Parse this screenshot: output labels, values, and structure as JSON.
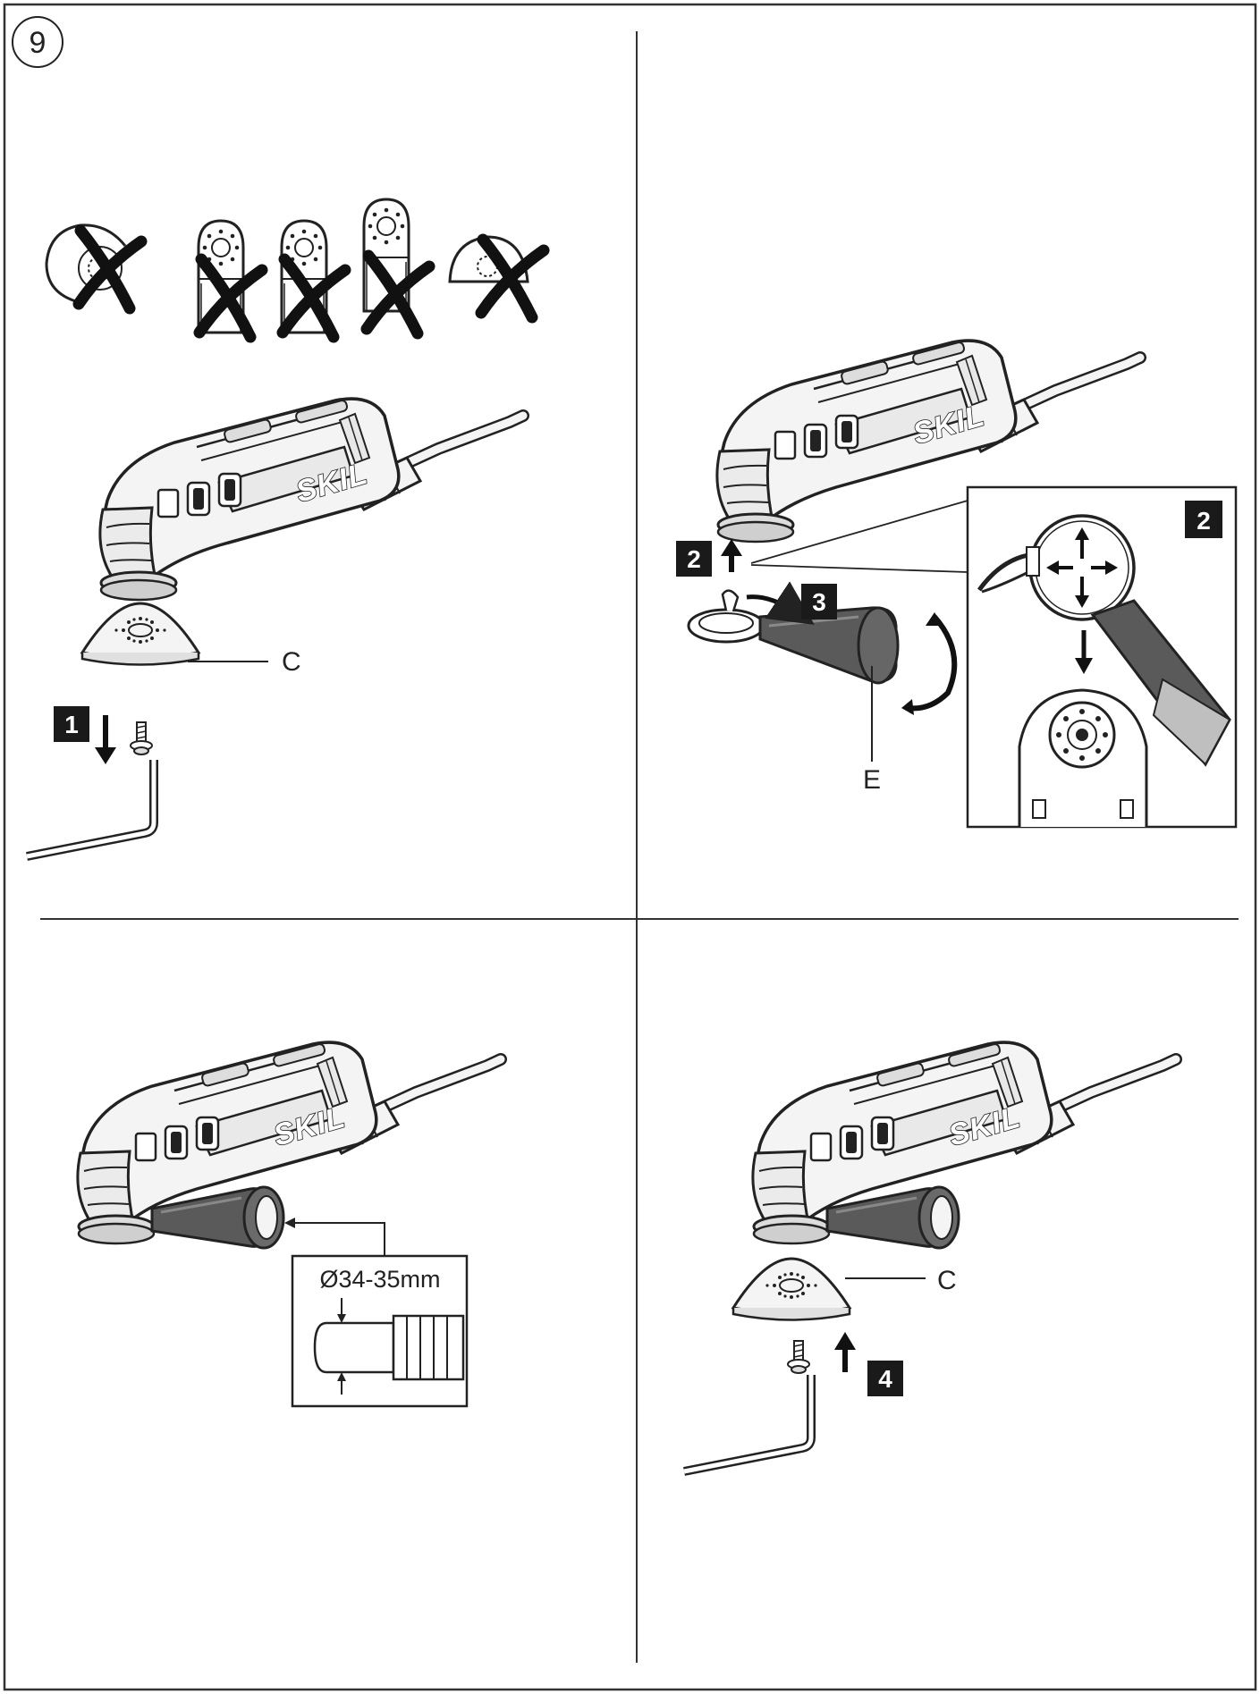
{
  "figure_number": "9",
  "brand": "SKIL",
  "labels": {
    "pad": "C",
    "extractor": "E",
    "hose_diameter": "Ø34-35mm"
  },
  "steps": {
    "step1": "1",
    "step2": "2",
    "step3": "3",
    "step4": "4"
  },
  "colors": {
    "line": "#222222",
    "step_box": "#1a1a1a",
    "adapter_fill": "#5a5a5a",
    "tool_body": "#f4f4f4"
  },
  "icons": {
    "forbidden": "x-mark-icon",
    "arrow": "arrow-icon",
    "rotate": "rotate-arrow-icon"
  }
}
